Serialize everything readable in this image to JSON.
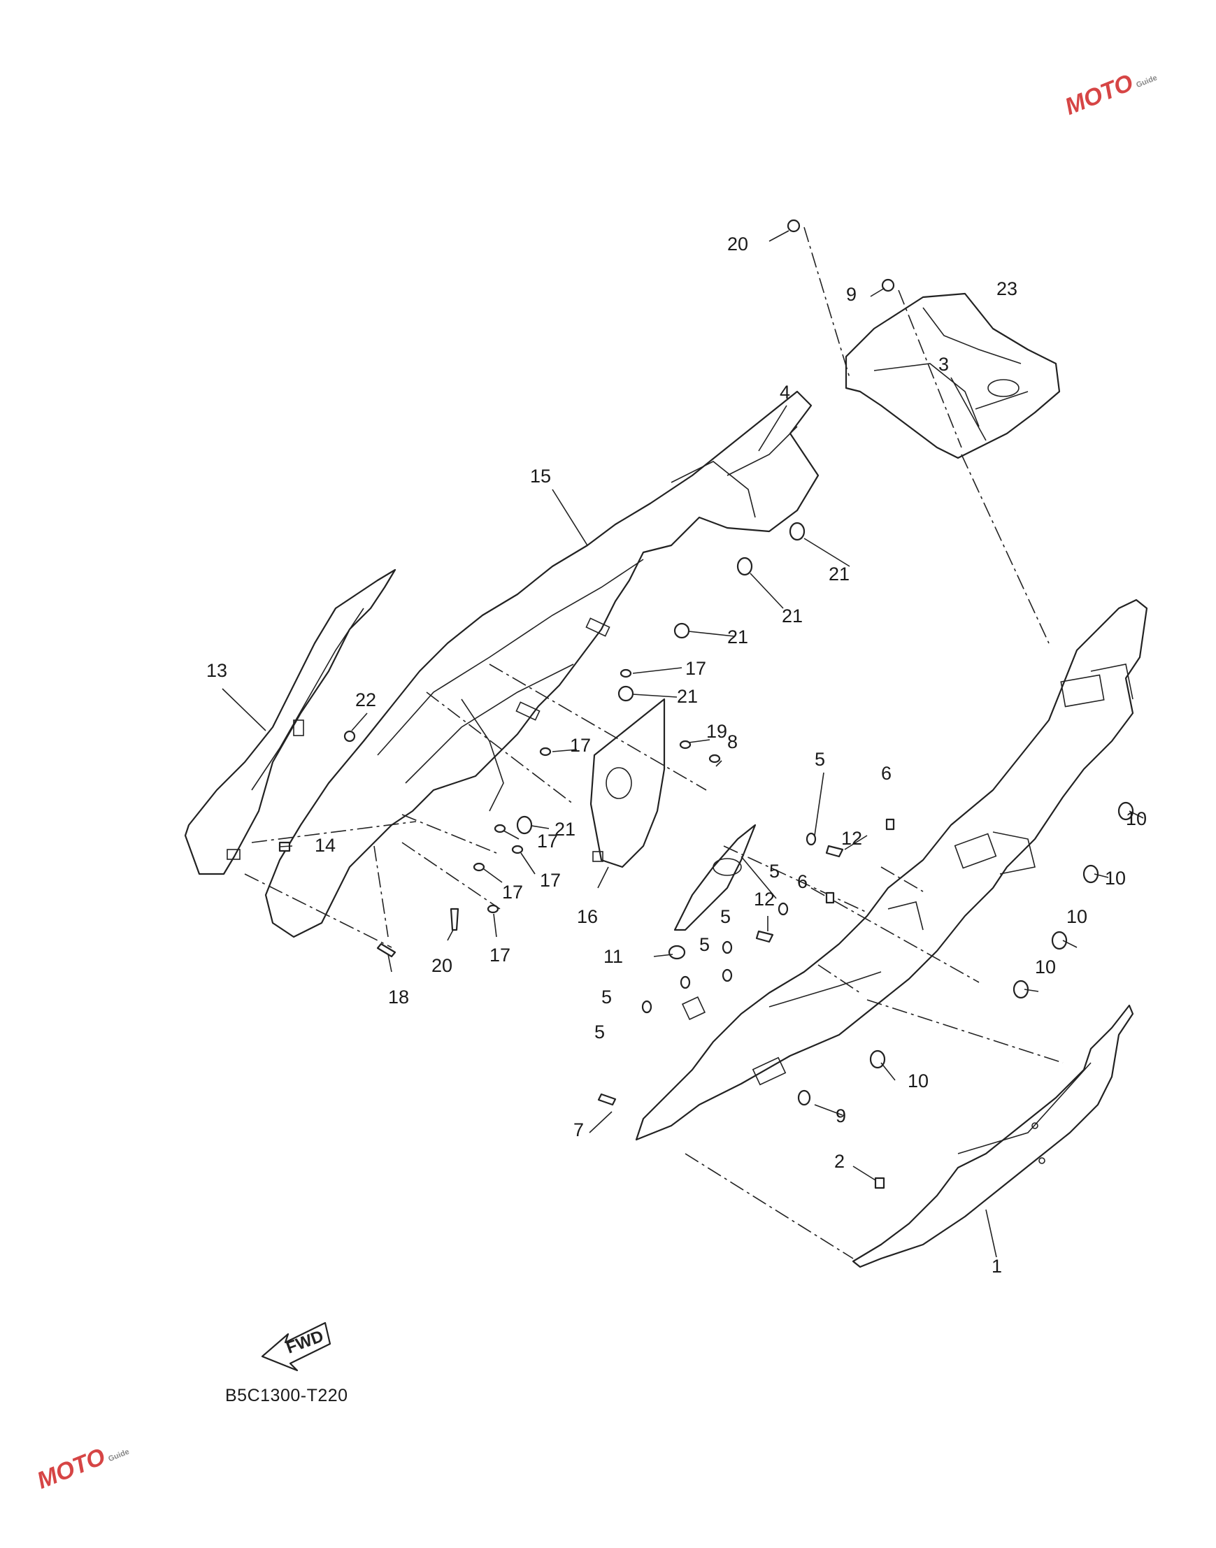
{
  "diagram_code": "B5C1300-T220",
  "fwd_label": "FWD",
  "watermark_text": "MOTO",
  "watermark_sub": "Guide",
  "callouts": {
    "c1": "1",
    "c2": "2",
    "c3": "3",
    "c4": "4",
    "c5a": "5",
    "c5b": "5",
    "c5c": "5",
    "c5d": "5",
    "c5e": "5",
    "c5f": "5",
    "c6a": "6",
    "c6b": "6",
    "c7": "7",
    "c8": "8",
    "c9a": "9",
    "c9b": "9",
    "c10a": "10",
    "c10b": "10",
    "c10c": "10",
    "c10d": "10",
    "c10e": "10",
    "c11": "11",
    "c12a": "12",
    "c12b": "12",
    "c13": "13",
    "c14": "14",
    "c15": "15",
    "c16": "16",
    "c17a": "17",
    "c17b": "17",
    "c17c": "17",
    "c17d": "17",
    "c17e": "17",
    "c17f": "17",
    "c18": "18",
    "c19": "19",
    "c20a": "20",
    "c20b": "20",
    "c21a": "21",
    "c21b": "21",
    "c21c": "21",
    "c21d": "21",
    "c21e": "21",
    "c22": "22",
    "c23": "23"
  },
  "colors": {
    "line": "#222222",
    "watermark": "#d64545"
  }
}
